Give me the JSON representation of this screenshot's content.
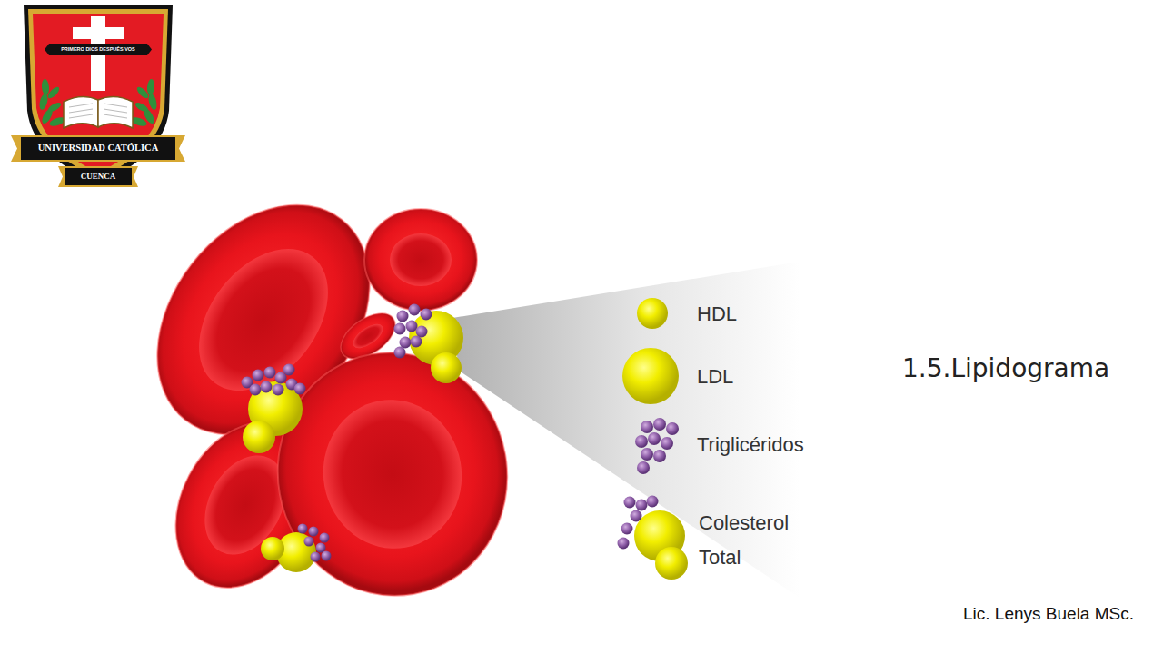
{
  "diagram": {
    "title": "1.5.Lipidograma",
    "labels": [
      "PRIMERO DIOS DESPUÉS VOS",
      "UNIVERSIDAD CATÓLICA",
      "CUENCA",
      "Lic. Lenys Buela MSc."
    ],
    "legend": [
      {
        "text": "HDL"
      },
      {
        "text": "LDL"
      },
      {
        "text": "Triglicéridos"
      },
      {
        "text": "Colesterol Total"
      }
    ]
  }
}
